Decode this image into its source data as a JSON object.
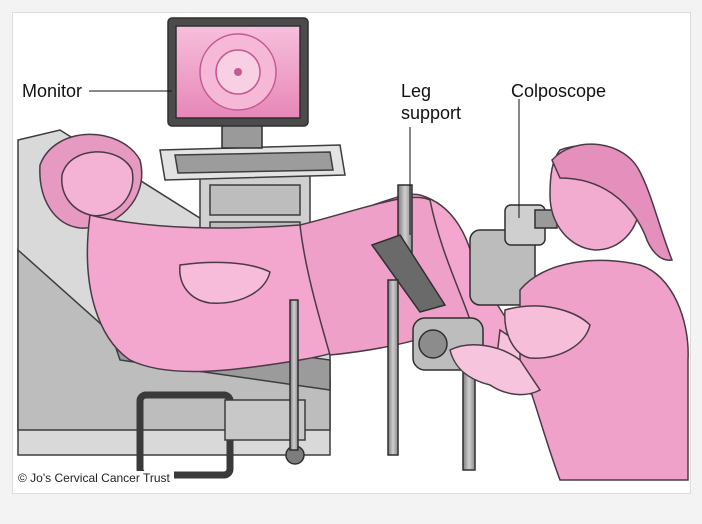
{
  "labels": {
    "monitor": "Monitor",
    "leg_support_line1": "Leg",
    "leg_support_line2": "support",
    "colposcope": "Colposcope"
  },
  "copyright": "© Jo's Cervical Cancer Trust",
  "colors": {
    "skin_pink": "#f2a6cc",
    "dark_pink": "#d46fa6",
    "gray": "#a9a9a9",
    "dark_gray": "#5c5c5c",
    "outline": "#4a3a44"
  }
}
